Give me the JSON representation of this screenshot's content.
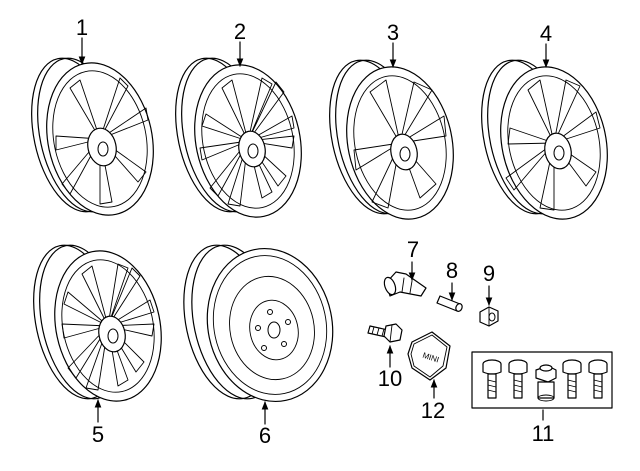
{
  "diagram": {
    "callouts": [
      "1",
      "2",
      "3",
      "4",
      "5",
      "6",
      "7",
      "8",
      "9",
      "10",
      "11",
      "12"
    ],
    "center_cap_logo": "MINI"
  }
}
